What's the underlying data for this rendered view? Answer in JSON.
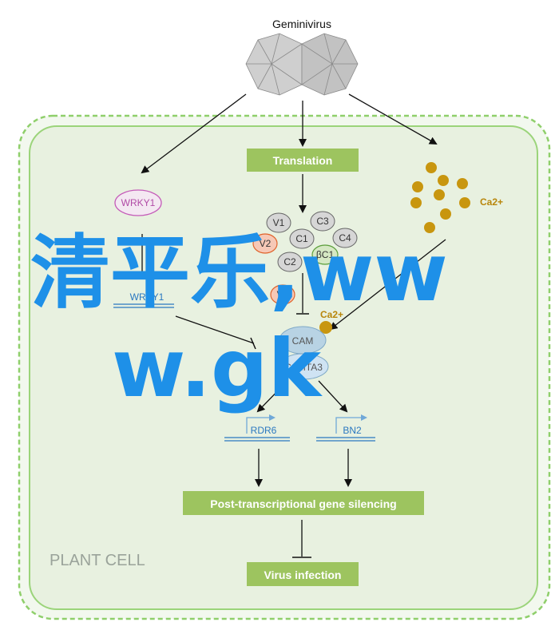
{
  "title": "Geminivirus",
  "compartment_label": "PLANT CELL",
  "boxes": {
    "translation": "Translation",
    "ptgs": "Post-transcriptional gene silencing",
    "virus_infection": "Virus infection"
  },
  "proteins": {
    "v1": "V1",
    "c3": "C3",
    "v2": "V2",
    "c1": "C1",
    "c4": "C4",
    "c2": "C2",
    "bc1": "βC1",
    "v2b": "V2"
  },
  "wrky1": "WRKY1",
  "wrky_gene": "WRKY1",
  "cam": "CAM",
  "camta3": "CAMTA3",
  "genes": {
    "rdr6": "RDR6",
    "bn2": "BN2"
  },
  "ca_labels": {
    "top": "Ca2+",
    "lower": "Ca2+"
  },
  "watermark": {
    "line1": "清平乐,ww",
    "line2": "w.gk"
  },
  "colors": {
    "box_green": "#9dc45f",
    "cell_fill": "#eaf2e3",
    "cell_border": "#8fcf6b",
    "calcium": "#c8960f",
    "v2_fill": "#f6c8b6",
    "v2_stroke": "#e0622a",
    "bc1_fill": "#d5e8c3",
    "bc1_stroke": "#5a9e3a",
    "wrky_stroke": "#c45ab8",
    "cam_fill": "#b8d3e4",
    "gene_blue": "#2a78c0",
    "watermark": "#1e90e8"
  }
}
